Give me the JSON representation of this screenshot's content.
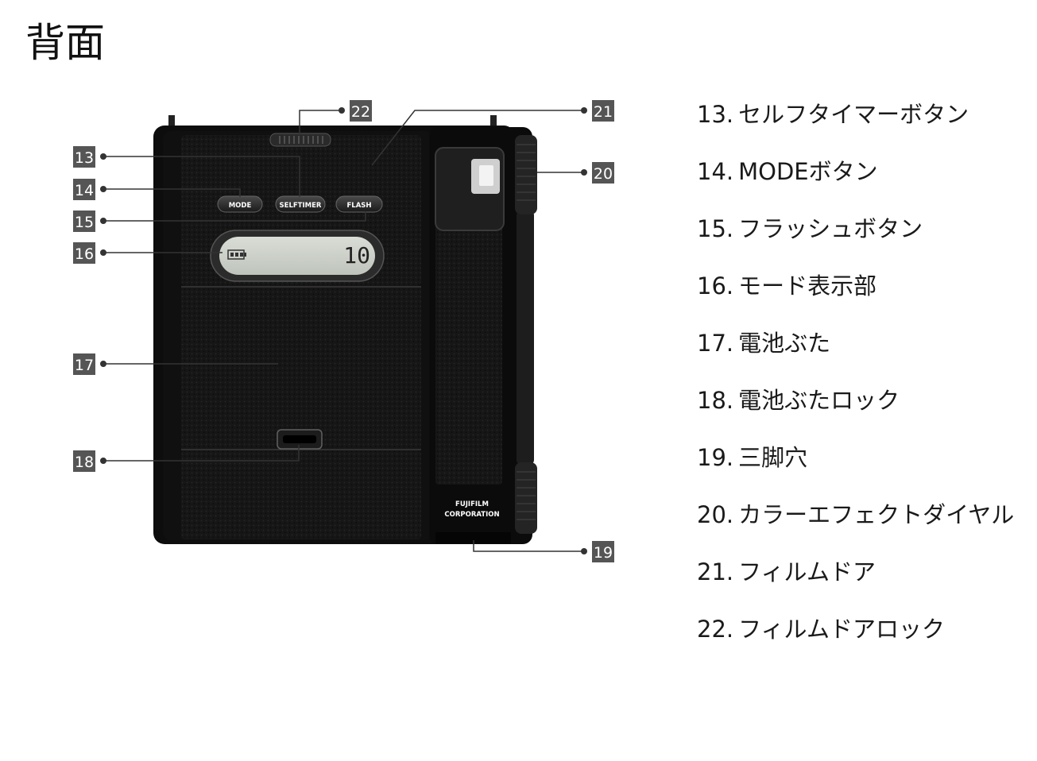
{
  "page": {
    "title": "背面"
  },
  "camera": {
    "buttons": {
      "mode": "MODE",
      "selftimer": "SELFTIMER",
      "flash": "FLASH"
    },
    "lcd_value": "10",
    "brand_line1": "FUJIFILM",
    "brand_line2": "CORPORATION"
  },
  "callouts": [
    "13",
    "14",
    "15",
    "16",
    "17",
    "18",
    "19",
    "20",
    "21",
    "22"
  ],
  "legend": [
    {
      "num": "13.",
      "label": "セルフタイマーボタン"
    },
    {
      "num": "14.",
      "label": "MODEボタン"
    },
    {
      "num": "15.",
      "label": "フラッシュボタン"
    },
    {
      "num": "16.",
      "label": "モード表示部"
    },
    {
      "num": "17.",
      "label": "電池ぶた"
    },
    {
      "num": "18.",
      "label": "電池ぶたロック"
    },
    {
      "num": "19.",
      "label": "三脚穴"
    },
    {
      "num": "20.",
      "label": "カラーエフェクトダイヤル"
    },
    {
      "num": "21.",
      "label": "フィルムドア"
    },
    {
      "num": "22.",
      "label": "フィルムドアロック"
    }
  ],
  "colors": {
    "camera_body": "#111111",
    "callout_box": "#555555",
    "leader_line": "#333333",
    "lcd_screen": "#cfd3cc"
  }
}
